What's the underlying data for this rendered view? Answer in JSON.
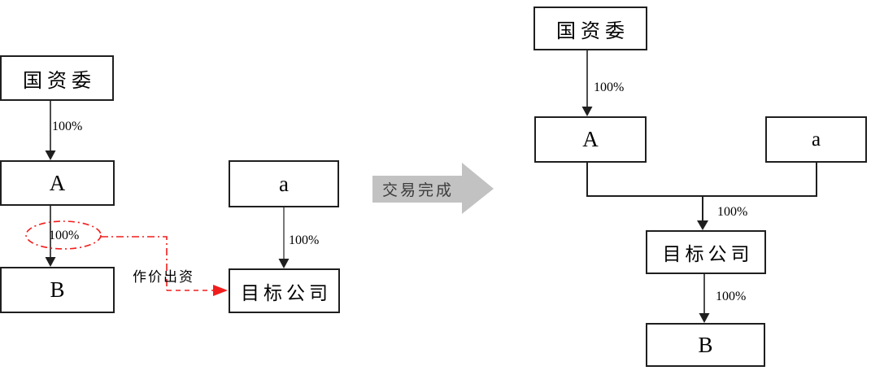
{
  "colors": {
    "line": "#1f1f1f",
    "highlight_red": "#f21d1d",
    "arrow_gray": "#c2c2c2",
    "transition_text": "#3c3c3c"
  },
  "before": {
    "boxes": {
      "sasac": "国资委",
      "company_a": "A",
      "company_b": "B",
      "company_a2": "a",
      "target": "目标公司"
    },
    "edge_labels": {
      "sasac_to_a": "100%",
      "a_to_b": "100%",
      "a2_to_target": "100%"
    },
    "annotation": "作价出资"
  },
  "transition": {
    "label": "交易完成"
  },
  "after": {
    "boxes": {
      "sasac": "国资委",
      "company_a": "A",
      "company_a2": "a",
      "target": "目标公司",
      "company_b": "B"
    },
    "edge_labels": {
      "sasac_to_a": "100%",
      "merge_to_target": "100%",
      "target_to_b": "100%"
    }
  }
}
